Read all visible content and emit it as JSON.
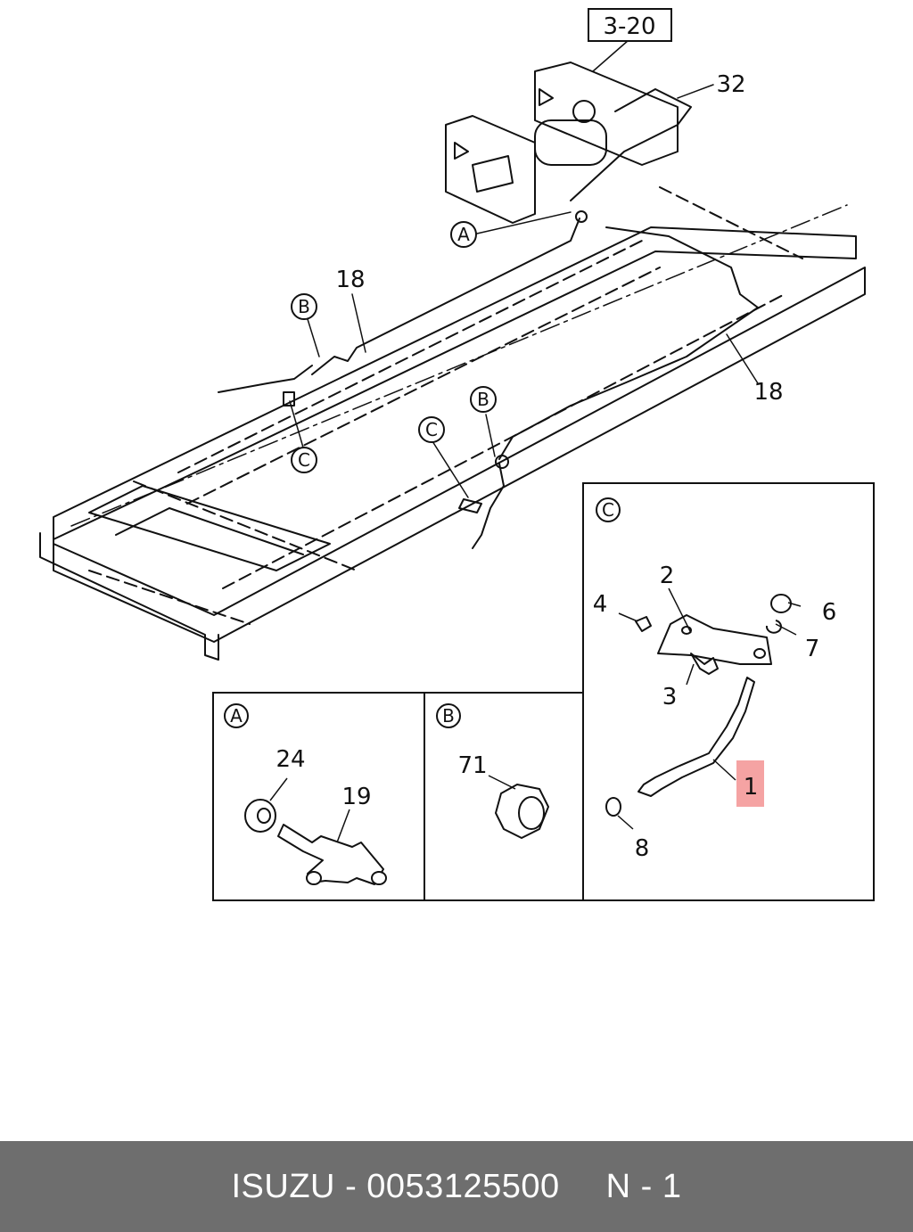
{
  "diagram": {
    "ref_box": "3-20",
    "callouts": {
      "c32": "32",
      "c18a": "18",
      "c18b": "18",
      "circ_A": "A",
      "circ_B1": "B",
      "circ_B2": "B",
      "circ_C1": "C",
      "circ_C2": "C"
    },
    "detail_A": {
      "tag": "A",
      "parts": [
        "24",
        "19"
      ]
    },
    "detail_B": {
      "tag": "B",
      "parts": [
        "71"
      ]
    },
    "detail_C": {
      "tag": "C",
      "parts": [
        "2",
        "4",
        "6",
        "7",
        "3",
        "1",
        "8"
      ]
    },
    "highlight_color": "#f5a3a3"
  },
  "footer": {
    "brand": "ISUZU",
    "separator": "-",
    "part_number": "0053125500",
    "page": "N - 1"
  }
}
